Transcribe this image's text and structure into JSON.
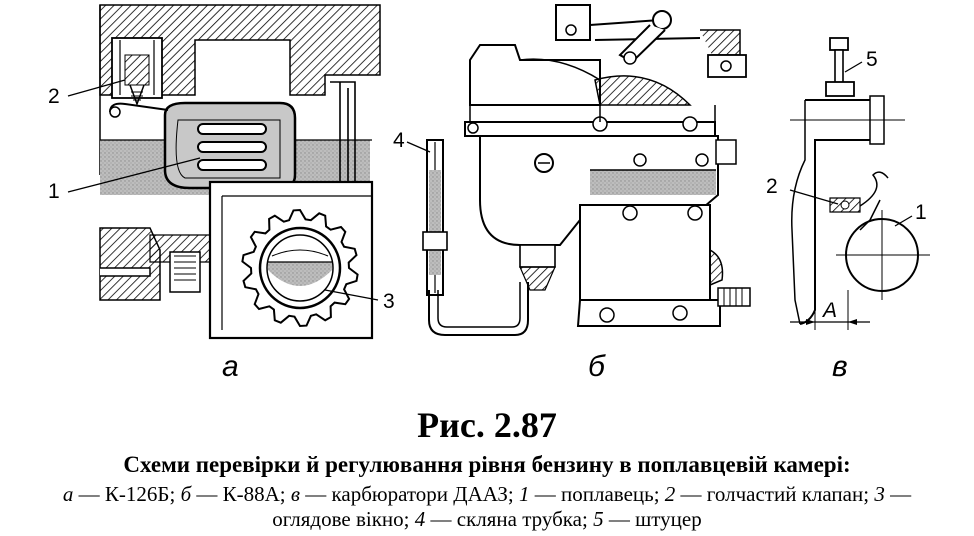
{
  "figure": {
    "callouts_a": [
      "2",
      "1",
      "3"
    ],
    "callouts_b": [
      "4"
    ],
    "callouts_c": [
      "5",
      "2",
      "1"
    ],
    "dimension_label": "A",
    "sub_labels": [
      "а",
      "б",
      "в"
    ]
  },
  "title": "Рис. 2.87",
  "subtitle": "Схеми перевірки й регулювання рівня бензину в поплавцевій камері:",
  "caption": {
    "k_a": "а",
    "t_a": " — К-126Б; ",
    "k_b": "б",
    "t_b": " — К-88А; ",
    "k_c": "в",
    "t_c": " — карбюратори ДААЗ; ",
    "k_1": "1",
    "t_1": " — поплавець; ",
    "k_2": "2",
    "t_2": " — голчастий клапан; ",
    "k_3": "3",
    "t_3": " — оглядове вікно; ",
    "k_4": "4",
    "t_4": " — скляна трубка; ",
    "k_5": "5",
    "t_5": " — штуцер"
  }
}
